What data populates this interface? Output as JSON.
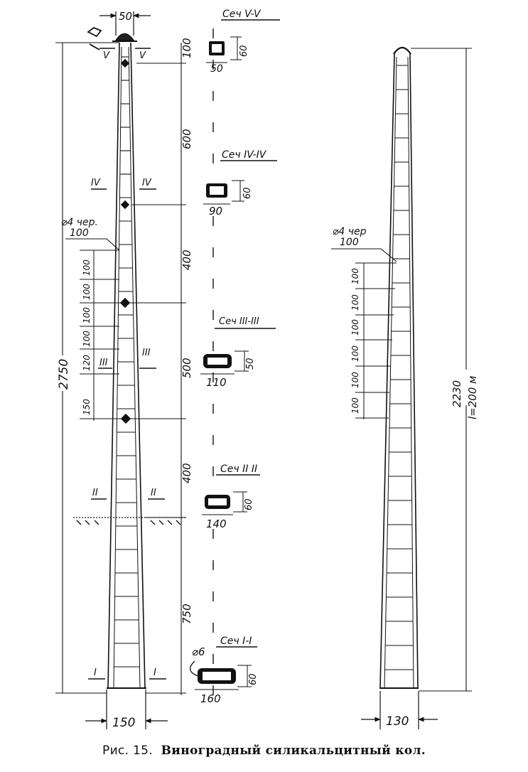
{
  "figure": {
    "caption_label": "Рис. 15.",
    "caption_title": "Виноградный силикальцитный кол."
  },
  "left_post": {
    "top_width": "50",
    "base_width": "150",
    "total_height": "2750",
    "segments": [
      "100",
      "600",
      "400",
      "500",
      "400",
      "750"
    ],
    "hole_note": "⌀4 чер.",
    "hole_pitch": "100",
    "step_dims": [
      "100",
      "100",
      "100",
      "100",
      "120",
      "150"
    ],
    "markers": {
      "v_left": "V",
      "v_right": "V",
      "iv_left": "IV",
      "iv_right": "IV",
      "iii_left": "III",
      "iii_right": "III",
      "ii_left": "II",
      "ii_right": "II",
      "i_left": "I",
      "i_right": "I"
    }
  },
  "sections": [
    {
      "title": "Сеч V-V",
      "width": "50",
      "height": "60"
    },
    {
      "title": "Сеч IV-IV",
      "width": "90",
      "height": "60"
    },
    {
      "title": "Сеч III-III",
      "width": "110",
      "height": "50"
    },
    {
      "title": "Сеч II II",
      "width": "140",
      "height": "60"
    },
    {
      "title": "Сеч I-I",
      "width": "160",
      "height": "60",
      "rod_note": "⌀6"
    }
  ],
  "right_post": {
    "base_width": "130",
    "total_height": "2230",
    "length_note": "l=200 м",
    "hole_note": "⌀4 чер",
    "hole_pitch": "100",
    "step_dims": [
      "100",
      "100",
      "100",
      "100",
      "100",
      "100"
    ]
  }
}
